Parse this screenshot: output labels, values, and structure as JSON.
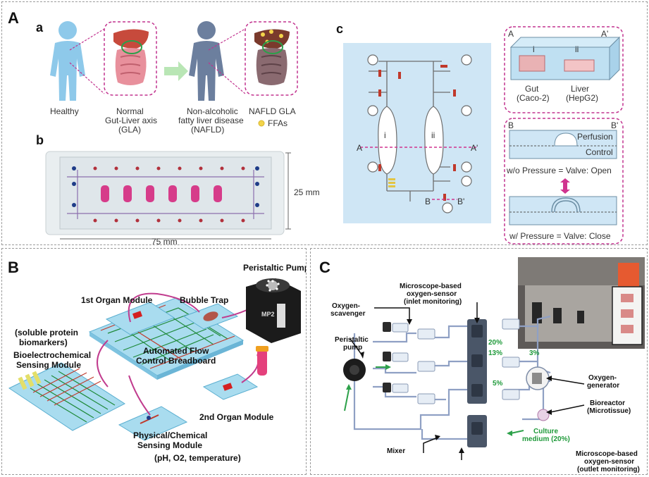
{
  "panel_A": {
    "letter": "A",
    "sub_a": {
      "letter": "a",
      "healthy": "Healthy",
      "normal_gla": [
        "Normal",
        "Gut-Liver axis",
        "(GLA)"
      ],
      "nafld": [
        "Non-alcoholic",
        "fatty liver disease",
        "(NAFLD)"
      ],
      "nafld_gla": "NAFLD GLA",
      "ffas": "FFAs"
    },
    "sub_b": {
      "letter": "b",
      "height_label": "25 mm",
      "width_label": "75 mm"
    },
    "sub_c": {
      "letter": "c",
      "chamber_i": "i",
      "chamber_ii": "ii",
      "section_a": "A",
      "section_a_prime": "A'",
      "section_b": "B",
      "section_b_prime": "B'",
      "box_a": "A",
      "box_a_prime": "A'",
      "gut": [
        "i",
        "Gut",
        "(Caco-2)"
      ],
      "liver": [
        "ii",
        "Liver",
        "(HepG2)"
      ],
      "box_b": "B",
      "box_b_prime": "B'",
      "perfusion": "Perfusion",
      "control": "Control",
      "open_text": "w/o Pressure = Valve: Open",
      "close_text": "w/ Pressure = Valve: Close"
    }
  },
  "panel_B": {
    "letter": "B",
    "peristaltic_pump": "Peristaltic Pump",
    "pump_brand": "MP2",
    "first_organ": "1st Organ Module",
    "bubble_trap": "Bubble Trap",
    "soluble": [
      "(soluble protein",
      "biomarkers)"
    ],
    "bioelectro": [
      "Bioelectrochemical",
      "Sensing Module"
    ],
    "flow": [
      "Automated Flow",
      "Control Breadboard"
    ],
    "second_organ": "2nd Organ Module",
    "physical": [
      "Physical/Chemical",
      "Sensing Module"
    ],
    "ph": "(pH, O2, temperature)"
  },
  "panel_C": {
    "letter": "C",
    "inlet": [
      "Microscope-based",
      "oxygen-sensor",
      "(inlet monitoring)"
    ],
    "scavenger": [
      "Oxygen-",
      "scavenger"
    ],
    "pump": [
      "Peristaltic",
      "pump"
    ],
    "pct_20": "20%",
    "pct_13": "13%",
    "pct_3": "3%",
    "pct_5": "5%",
    "generator": [
      "Oxygen-",
      "generator"
    ],
    "bioreactor": [
      "Bioreactor",
      "(Microtissue)"
    ],
    "culture": [
      "Culture",
      "medium (20%)"
    ],
    "mixer": "Mixer",
    "outlet": [
      "Microscope-based",
      "oxygen-sensor",
      "(outlet monitoring)"
    ]
  },
  "colors": {
    "body_blue": "#8ec9ea",
    "body_slate": "#6c7f9e",
    "magenta": "#c2338f",
    "chip_bg": "#cfe6f5",
    "breadboard": "#a9dcef",
    "red_valve": "#c0392b",
    "green_text": "#1f9a3a"
  }
}
